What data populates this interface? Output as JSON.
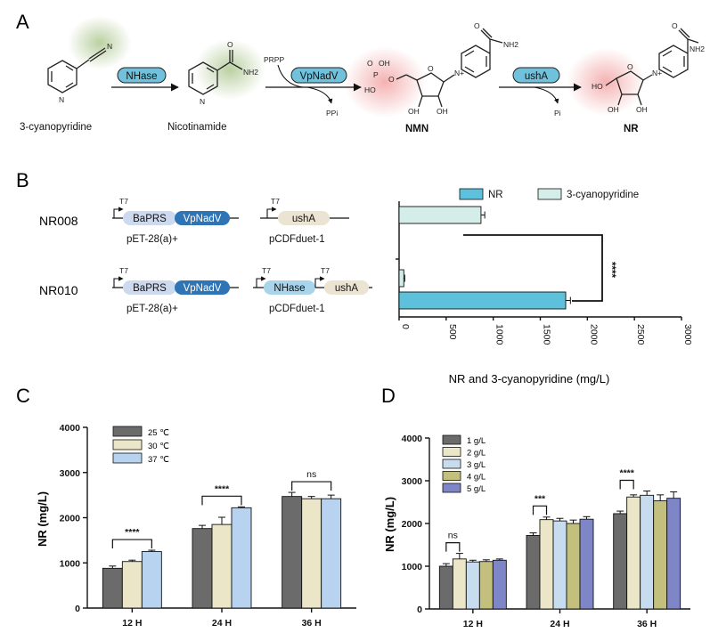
{
  "panels": {
    "A": "A",
    "B": "B",
    "C": "C",
    "D": "D"
  },
  "pathway": {
    "compounds": [
      "3-cyanopyridine",
      "Nicotinamide",
      "NMN",
      "NR"
    ],
    "enzymes": [
      "NHase",
      "VpNadV",
      "ushA"
    ],
    "prpp": "PRPP",
    "ppi": "PPi",
    "pi": "Pi",
    "atoms": {
      "n": "N",
      "nh2": "NH2",
      "n_plus": "N+",
      "o": "O",
      "oh": "OH",
      "ho": "HO",
      "p": "P"
    }
  },
  "constructs": [
    {
      "name": "NR008",
      "plasmid1": {
        "promoter": "T7",
        "genes": [
          "BaPRS",
          "VpNadV"
        ],
        "label": "pET-28(a)+"
      },
      "plasmid2": {
        "promoters": [
          "T7"
        ],
        "genes": [
          "ushA"
        ],
        "label": "pCDFduet-1"
      }
    },
    {
      "name": "NR010",
      "plasmid1": {
        "promoter": "T7",
        "genes": [
          "BaPRS",
          "VpNadV"
        ],
        "label": "pET-28(a)+"
      },
      "plasmid2": {
        "promoters": [
          "T7",
          "T7"
        ],
        "genes": [
          "NHase",
          "ushA"
        ],
        "label": "pCDFduet-1"
      }
    }
  ],
  "colors": {
    "bapras": "#cdd9ef",
    "vpnadv": "#2f74b5",
    "nhase": "#a8d4ec",
    "usha": "#ece4d2",
    "nr_bar": "#5ec1dc",
    "cyano_bar": "#d4ede8",
    "enzyme": "#6fc1dc",
    "c25": "#6b6b6b",
    "c30": "#ece6c8",
    "c37": "#b7d3f0",
    "g1": "#6b6b6b",
    "g2": "#ece6c8",
    "g3": "#c8dcef",
    "g4": "#c3c07e",
    "g5": "#7f86c8"
  },
  "chart_data": [
    {
      "id": "B",
      "type": "bar",
      "orientation": "horizontal",
      "categories": [
        "NR008",
        "NR010"
      ],
      "series": [
        {
          "name": "NR",
          "values": [
            0,
            1770
          ],
          "errors": [
            0,
            50
          ]
        },
        {
          "name": "3-cyanopyridine",
          "values": [
            870,
            50
          ],
          "errors": [
            40,
            10
          ]
        }
      ],
      "xlabel": "NR and 3-cyanopyridine (mg/L)",
      "xlim": [
        0,
        3000
      ],
      "xticks": [
        "0",
        "500",
        "1000",
        "1500",
        "2000",
        "2500",
        "3000"
      ],
      "significance": "****",
      "legend": "top"
    },
    {
      "id": "C",
      "type": "bar",
      "categories": [
        "12 H",
        "24 H",
        "36 H"
      ],
      "series": [
        {
          "name": "25 ℃",
          "values": [
            880,
            1760,
            2470
          ],
          "errors": [
            50,
            70,
            90
          ]
        },
        {
          "name": "30 ℃",
          "values": [
            1030,
            1850,
            2420
          ],
          "errors": [
            30,
            160,
            50
          ]
        },
        {
          "name": "37 ℃",
          "values": [
            1250,
            2220,
            2420
          ],
          "errors": [
            30,
            20,
            80
          ]
        }
      ],
      "ylabel": "NR (mg/L)",
      "ylim": [
        0,
        4000
      ],
      "yticks": [
        "0",
        "1000",
        "2000",
        "3000",
        "4000"
      ],
      "significance": [
        "****",
        "****",
        "ns"
      ],
      "legend": "top-left"
    },
    {
      "id": "D",
      "type": "bar",
      "categories": [
        "12 H",
        "24 H",
        "36 H"
      ],
      "series": [
        {
          "name": "1 g/L",
          "values": [
            1000,
            1720,
            2230
          ],
          "errors": [
            60,
            60,
            60
          ]
        },
        {
          "name": "2 g/L",
          "values": [
            1170,
            2090,
            2620
          ],
          "errors": [
            130,
            60,
            50
          ]
        },
        {
          "name": "3 g/L",
          "values": [
            1100,
            2060,
            2660
          ],
          "errors": [
            40,
            60,
            100
          ]
        },
        {
          "name": "4 g/L",
          "values": [
            1110,
            2000,
            2530
          ],
          "errors": [
            40,
            80,
            140
          ]
        },
        {
          "name": "5 g/L",
          "values": [
            1140,
            2100,
            2590
          ],
          "errors": [
            30,
            60,
            150
          ]
        }
      ],
      "ylabel": "NR (mg/L)",
      "ylim": [
        0,
        4000
      ],
      "yticks": [
        "0",
        "1000",
        "2000",
        "3000",
        "4000"
      ],
      "significance": [
        "ns",
        "***",
        "****"
      ],
      "legend": "top-left"
    }
  ]
}
